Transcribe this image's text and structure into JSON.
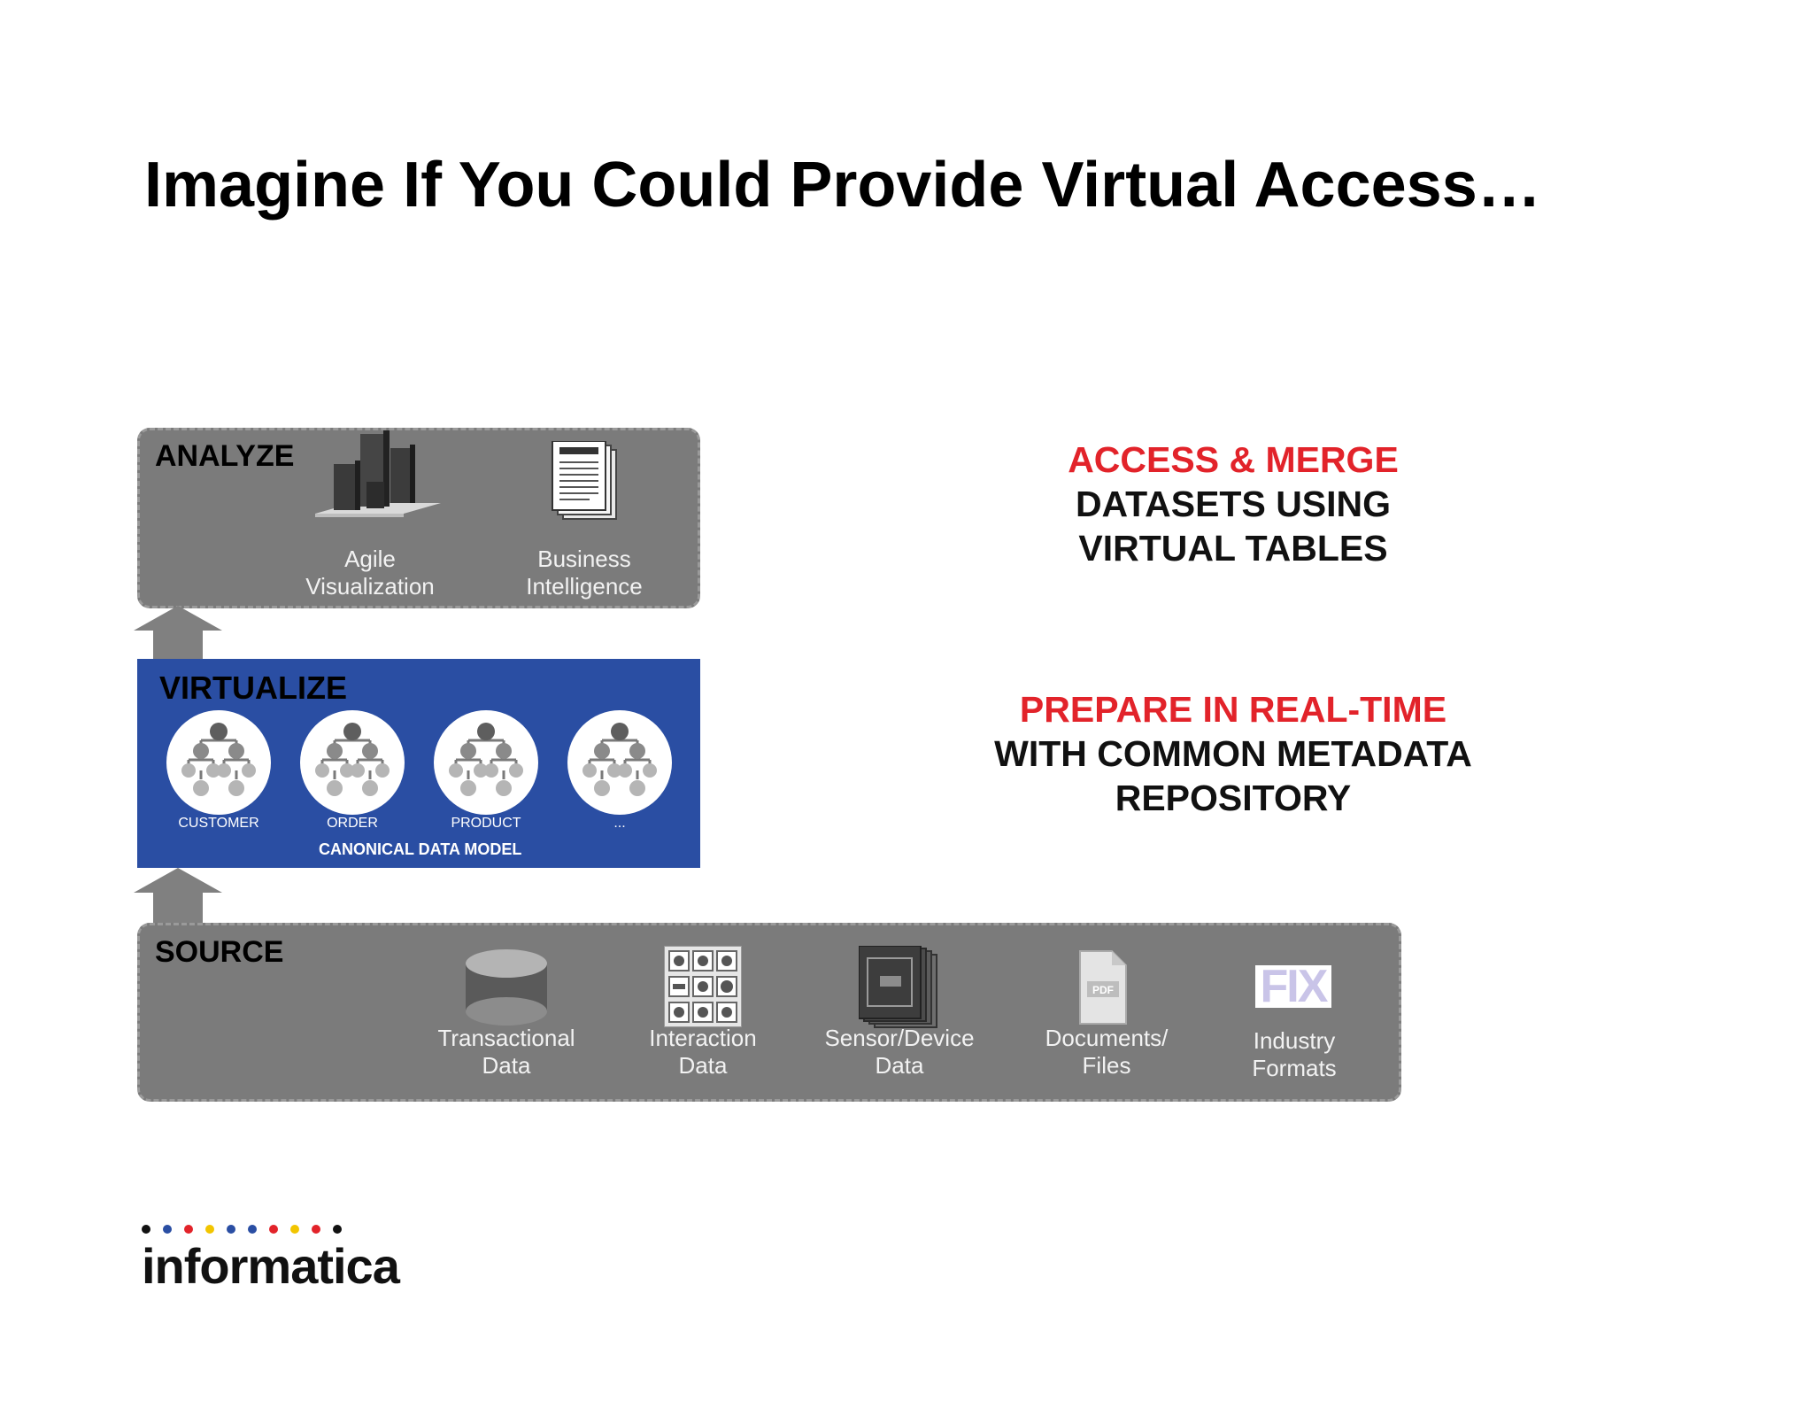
{
  "title": "Imagine If You Could Provide Virtual Access…",
  "analyze": {
    "label": "ANALYZE",
    "items": [
      {
        "icon": "bar-chart-3d-icon",
        "label_line1": "Agile",
        "label_line2": "Visualization"
      },
      {
        "icon": "report-document-icon",
        "label_line1": "Business",
        "label_line2": "Intelligence"
      }
    ]
  },
  "virtualize": {
    "label": "VIRTUALIZE",
    "entities": [
      "CUSTOMER",
      "ORDER",
      "PRODUCT",
      "..."
    ],
    "footer": "CANONICAL DATA MODEL"
  },
  "source": {
    "label": "SOURCE",
    "items": [
      {
        "icon": "database-cylinder-icon",
        "label_line1": "Transactional",
        "label_line2": "Data"
      },
      {
        "icon": "interaction-grid-icon",
        "label_line1": "Interaction",
        "label_line2": "Data"
      },
      {
        "icon": "sensor-device-icon",
        "label_line1": "Sensor/Device",
        "label_line2": "Data"
      },
      {
        "icon": "pdf-file-icon",
        "label_line1": "Documents/",
        "label_line2": "Files"
      },
      {
        "icon": "fix-format-icon",
        "label_line1": "Industry",
        "label_line2": "Formats",
        "icon_text": "FIX"
      }
    ]
  },
  "side_text": {
    "block1": {
      "red": "ACCESS & MERGE",
      "line2": "DATASETS USING",
      "line3": "VIRTUAL TABLES"
    },
    "block2": {
      "red": "PREPARE IN REAL-TIME",
      "line2": "WITH COMMON METADATA",
      "line3": "REPOSITORY"
    }
  },
  "logo": {
    "text": "informatica",
    "dot_colors": [
      "#111111",
      "#2a4ea3",
      "#e2232a",
      "#f2c500",
      "#2a4ea3",
      "#2a4ea3",
      "#e2232a",
      "#f2c500",
      "#e2232a",
      "#111111"
    ]
  },
  "colors": {
    "panel_gray": "#7b7b7b",
    "virtualize_blue": "#2a4ea3",
    "accent_red": "#e2232a"
  }
}
